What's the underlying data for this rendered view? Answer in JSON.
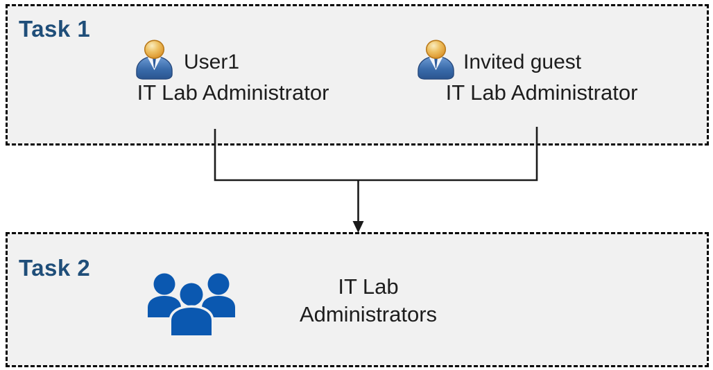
{
  "diagram": {
    "task1": {
      "label": "Task 1",
      "members": [
        {
          "name": "User1",
          "role": "IT Lab Administrator",
          "icon": "person-icon"
        },
        {
          "name": "Invited guest",
          "role": "IT Lab Administrator",
          "icon": "person-icon"
        }
      ]
    },
    "task2": {
      "label": "Task 2",
      "group": {
        "name_line1": "IT Lab",
        "name_line2": "Administrators",
        "icon": "people-group-icon"
      }
    },
    "connector": {
      "type": "merge-arrow",
      "from": [
        "User1",
        "Invited guest"
      ],
      "to": "IT Lab Administrators"
    },
    "colors": {
      "task_label": "#1f4e79",
      "box_background": "#f1f1f1",
      "box_border": "#000000",
      "body_text": "#1d1d1d",
      "group_icon_blue": "#0b58b0",
      "person_head_gold": "#e5a339",
      "person_body_blue": "#3a6cab",
      "connector_line": "#1a1a1a"
    }
  }
}
